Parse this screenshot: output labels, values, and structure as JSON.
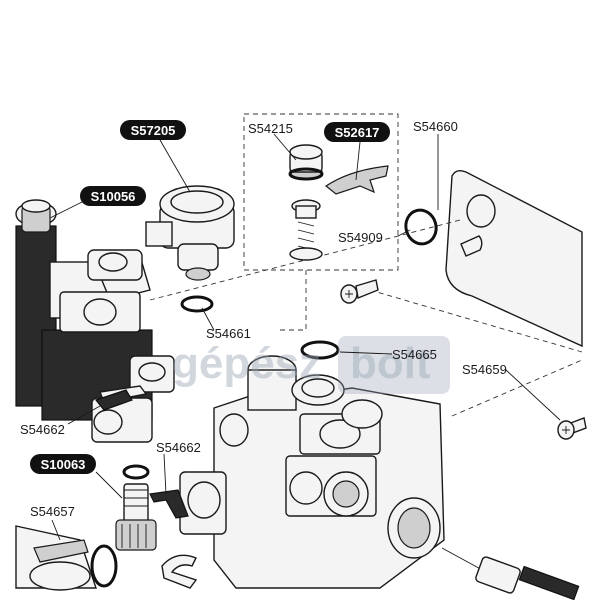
{
  "labels": {
    "S57205": "S57205",
    "S54215": "S54215",
    "S52617": "S52617",
    "S54660": "S54660",
    "S10056": "S10056",
    "S54909": "S54909",
    "S54661": "S54661",
    "S54665": "S54665",
    "S54659": "S54659",
    "S54662_left": "S54662",
    "S54662_mid": "S54662",
    "S10063": "S10063",
    "S54657": "S54657"
  },
  "watermark": {
    "part1": "gépész",
    "part2": "bolt"
  },
  "colors": {
    "badge": "#111111",
    "watermark": "#9aa7b6"
  }
}
